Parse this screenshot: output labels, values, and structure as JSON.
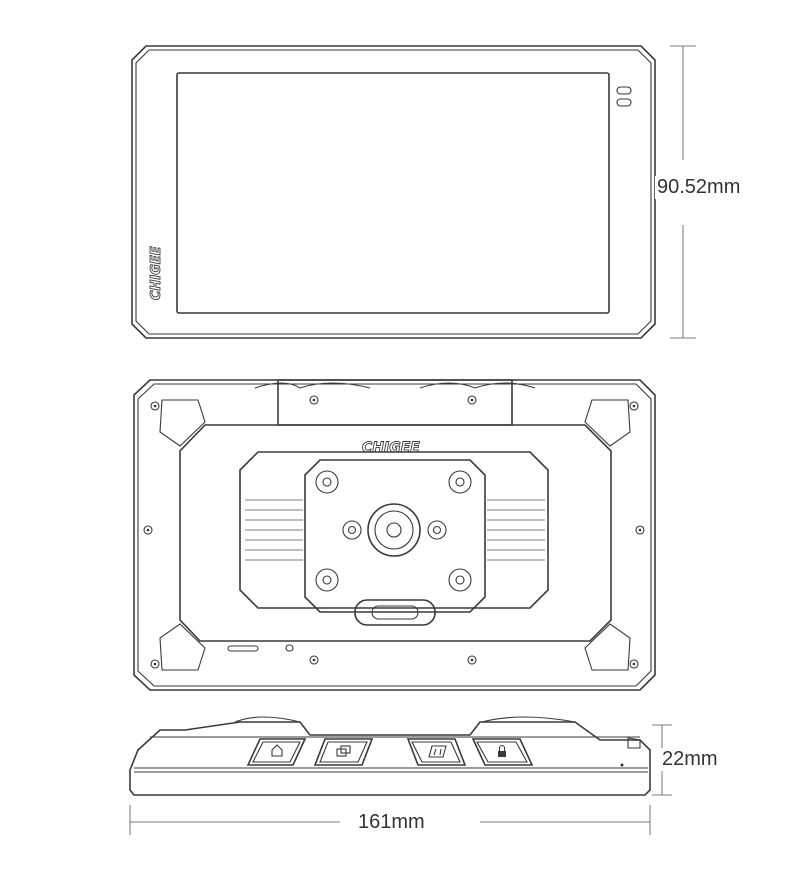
{
  "brand": "CHIGEE",
  "dimensions": {
    "height": "90.52mm",
    "depth": "22mm",
    "width": "161mm"
  },
  "views": [
    "front-view",
    "back-view",
    "side-view"
  ],
  "side_buttons": [
    {
      "icon": "home-icon"
    },
    {
      "icon": "windows-icon"
    },
    {
      "icon": "app-icon"
    },
    {
      "icon": "lock-icon"
    }
  ],
  "line_color": "#3a3a3a"
}
